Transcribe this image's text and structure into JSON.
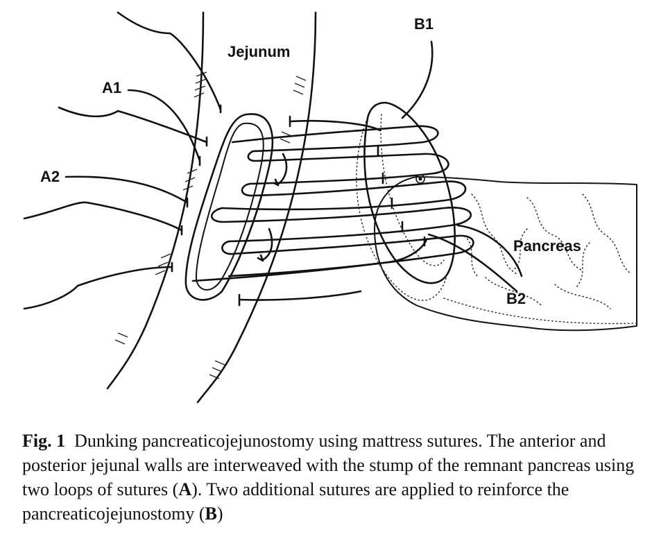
{
  "figure": {
    "labels": {
      "jejunum": "Jejunum",
      "a1": "A1",
      "a2": "A2",
      "b1": "B1",
      "b2": "B2",
      "pancreas": "Pancreas"
    }
  },
  "caption": {
    "fig_label": "Fig. 1",
    "text_1": "Dunking pancreaticojejunostomy using mattress sutures. The anterior and posterior jejunal walls are interweaved with the stump of the remnant pancreas using two loops of sutures (",
    "bold_a": "A",
    "text_2": "). Two additional sutures are applied to reinforce the pancreaticojejunostomy (",
    "bold_b": "B",
    "text_3": ")"
  }
}
